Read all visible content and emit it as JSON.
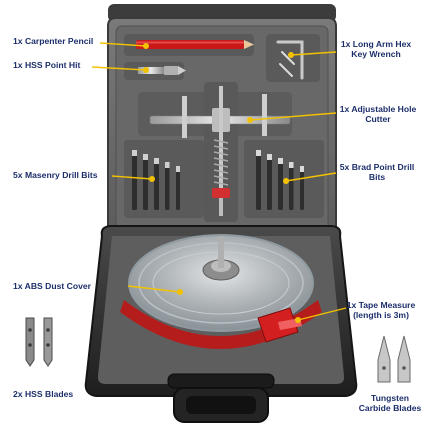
{
  "labels": {
    "carpenter_pencil": "1x  Carpenter Pencil",
    "hss_point_hit": "1x HSS Point Hit",
    "hex_key_line1": "1x Long Arm Hex",
    "hex_key_line2": "Key Wrench",
    "hole_cutter_line1": "1x Adjustable Hole",
    "hole_cutter_line2": "Cutter",
    "masonry_drill_bits": "5x Masenry Drill Bits",
    "brad_point_line1": "5x Brad Point Drill",
    "brad_point_line2": "Bits",
    "dust_cover": "1x ABS Dust Cover",
    "tape_measure_line1": "1x Tape Measure",
    "tape_measure_line2": "(length is 3m)",
    "hss_blades": "2x  HSS Blades",
    "tungsten_line1": "Tungsten",
    "tungsten_line2": "Carbide Blades"
  },
  "colors": {
    "label_text": "#1d2f6b",
    "leader_line": "#f2c200",
    "case_grey": "#6e6e6e",
    "case_dark": "#2b2b2b",
    "accent_red": "#d71f1f"
  }
}
